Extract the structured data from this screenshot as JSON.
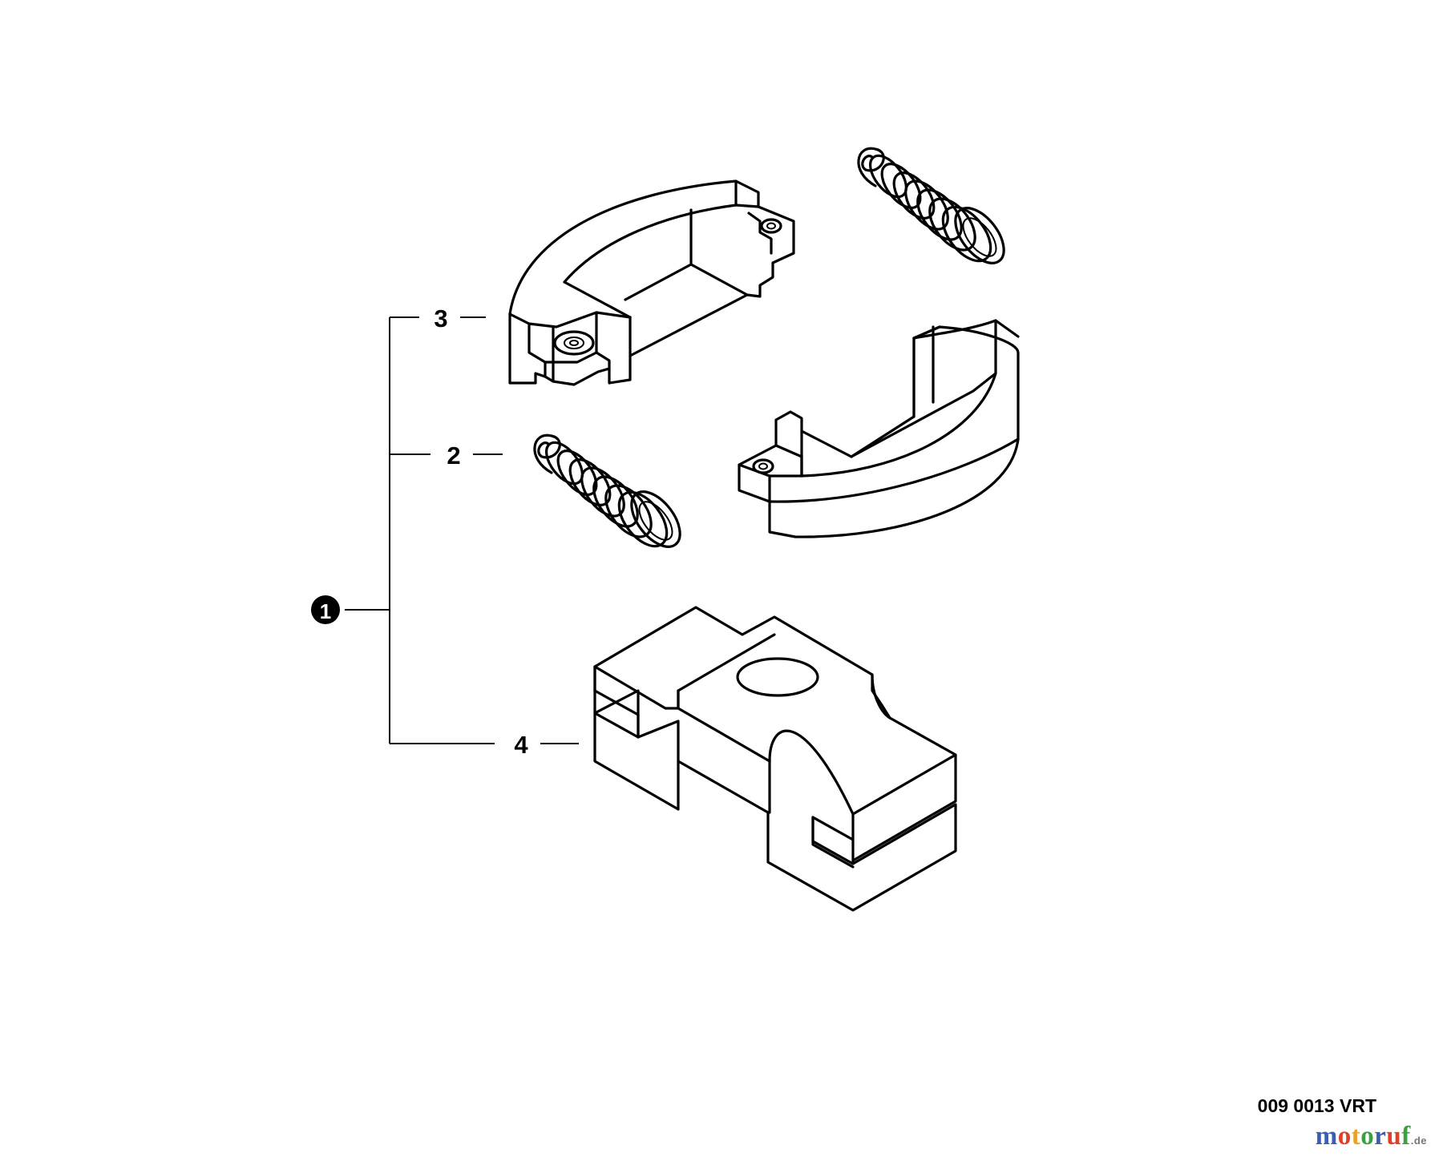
{
  "diagram": {
    "callouts": [
      {
        "id": "1",
        "label": "1",
        "style": "filled-circle"
      },
      {
        "id": "2",
        "label": "2"
      },
      {
        "id": "3",
        "label": "3"
      },
      {
        "id": "4",
        "label": "4"
      }
    ],
    "parts": [
      {
        "callout": "3",
        "name": "clutch-shoe"
      },
      {
        "callout": "2",
        "name": "spring"
      },
      {
        "callout": "4",
        "name": "carrier"
      }
    ]
  },
  "footer": {
    "reference": "009 0013 VRT",
    "brand": {
      "letters": [
        "m",
        "o",
        "t",
        "o",
        "r",
        "u",
        "f"
      ],
      "colors": [
        "#3a5fb0",
        "#e0402a",
        "#f0a020",
        "#3aa040",
        "#3a5fb0",
        "#e0402a",
        "#3aa040"
      ],
      "suffix": ".de"
    }
  }
}
